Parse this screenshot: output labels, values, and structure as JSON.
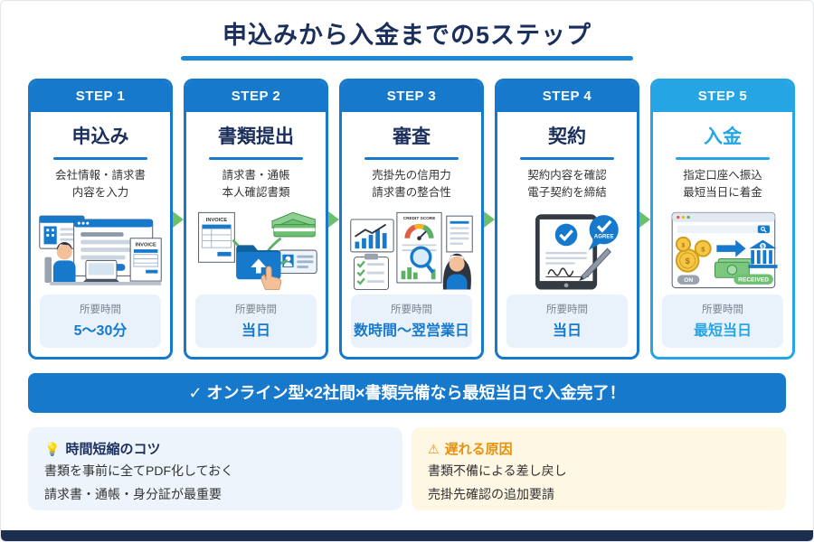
{
  "page": {
    "title": "申込みから入金までの5ステップ",
    "banner": "✓ オンライン型×2社間×書類完備なら最短当日で入金完了！"
  },
  "steps": [
    {
      "badge": "STEP 1",
      "title": "申込み",
      "desc": [
        "会社情報・請求書",
        "内容を入力"
      ],
      "time_label": "所要時間",
      "time_value": "5〜30分"
    },
    {
      "badge": "STEP 2",
      "title": "書類提出",
      "desc": [
        "請求書・通帳",
        "本人確認書類"
      ],
      "time_label": "所要時間",
      "time_value": "当日"
    },
    {
      "badge": "STEP 3",
      "title": "審査",
      "desc": [
        "売掛先の信用力",
        "請求書の整合性"
      ],
      "time_label": "所要時間",
      "time_value": "数時間〜翌営業日"
    },
    {
      "badge": "STEP 4",
      "title": "契約",
      "desc": [
        "契約内容を確認",
        "電子契約を締結"
      ],
      "time_label": "所要時間",
      "time_value": "当日"
    },
    {
      "badge": "STEP 5",
      "title": "入金",
      "desc": [
        "指定口座へ振込",
        "最短当日に着金"
      ],
      "time_label": "所要時間",
      "time_value": "最短当日"
    }
  ],
  "notes": {
    "tips": {
      "icon": "💡",
      "heading": "時間短縮のコツ",
      "lines": [
        "書類を事前に全てPDF化しておく",
        "請求書・通帳・身分証が最重要"
      ]
    },
    "caution": {
      "icon": "⚠",
      "heading": "遅れる原因",
      "lines": [
        "書類不備による差し戻し",
        "売掛先確認の追加要請"
      ]
    }
  },
  "labels": {
    "invoice": "INVOICE",
    "credit_score": "CREDIT SCORE",
    "agree": "AGREE",
    "on": "ON",
    "received": "RECEIVED"
  },
  "colors": {
    "primary_blue": "#1779cc",
    "highlight_blue": "#25a5e3",
    "navy": "#1b2f5c",
    "arrow_green": "#6cc069",
    "caution_orange": "#e8920c",
    "footer_navy": "#1b2e4d"
  }
}
